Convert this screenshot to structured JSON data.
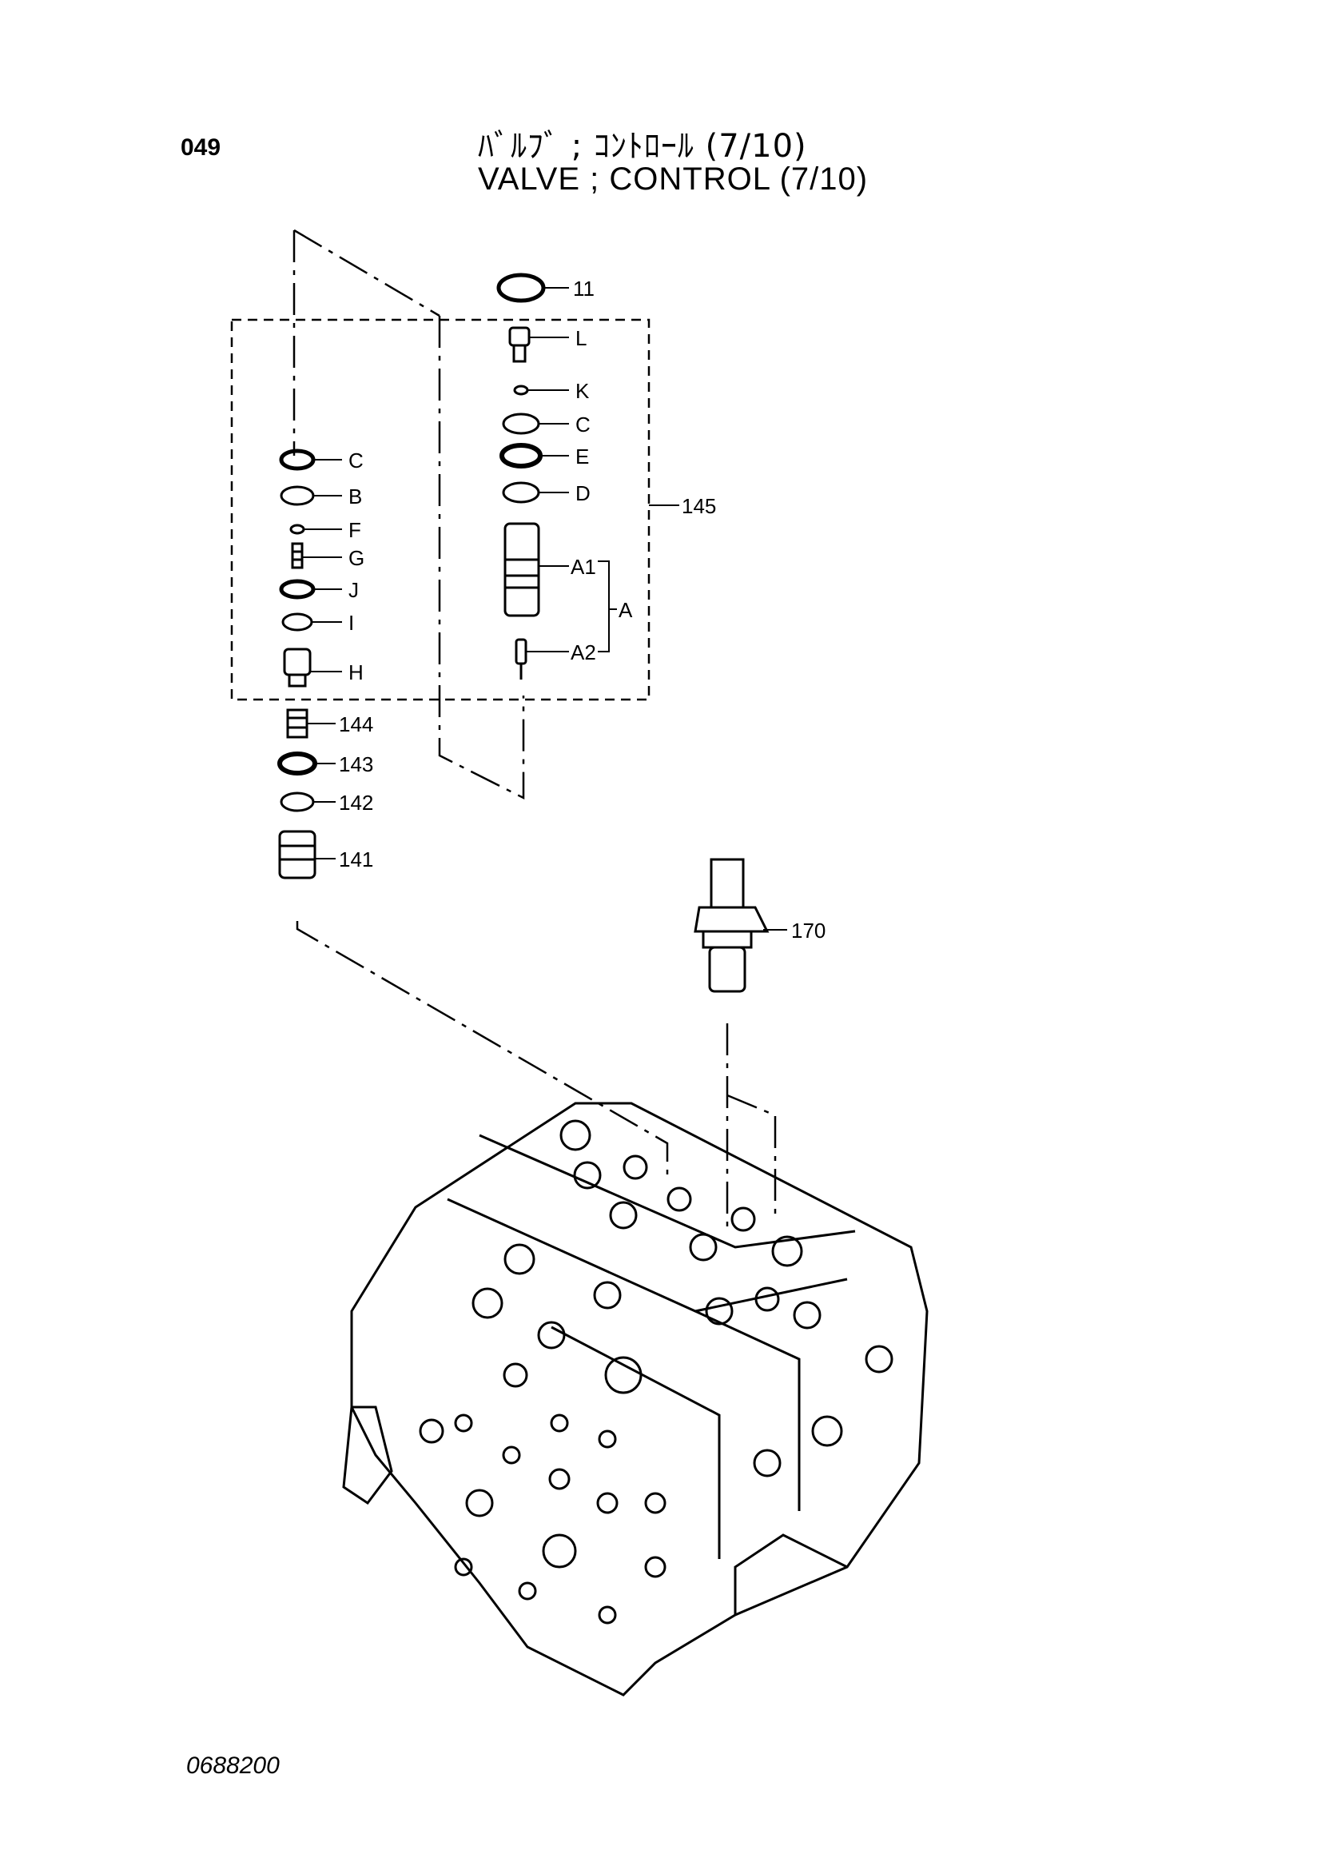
{
  "header": {
    "page_number": "049",
    "title_jp": "ﾊﾞﾙﾌﾞ ; ｺﾝﾄﾛｰﾙ (7/10)",
    "title_en": "VALVE ; CONTROL (7/10)"
  },
  "footer": {
    "drawing_number": "0688200"
  },
  "callouts": {
    "c11": "11",
    "cL": "L",
    "cK": "K",
    "cC_r": "C",
    "cE": "E",
    "cD": "D",
    "c145": "145",
    "cA1": "A1",
    "cA": "A",
    "cA2": "A2",
    "cC_l": "C",
    "cB": "B",
    "cF": "F",
    "cG": "G",
    "cJ": "J",
    "cI": "I",
    "cH": "H",
    "c144": "144",
    "c143": "143",
    "c142": "142",
    "c141": "141",
    "c170": "170"
  }
}
